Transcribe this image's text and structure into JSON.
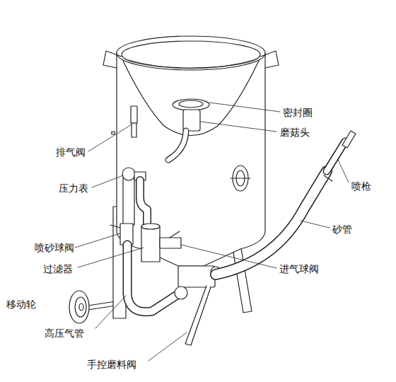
{
  "diagram": {
    "labels": [
      "密封圈",
      "磨菇头",
      "排气阀",
      "喷枪",
      "压力表",
      "砂管",
      "喷砂球阀",
      "进气球阀",
      "过滤器",
      "移动轮",
      "高压气管",
      "手控磨料阀"
    ]
  }
}
